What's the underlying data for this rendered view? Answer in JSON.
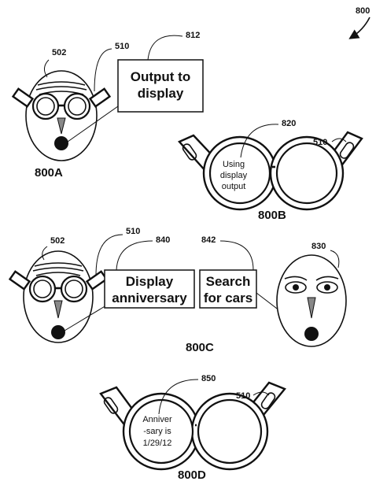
{
  "figure_ref": "800",
  "panels": {
    "a": {
      "label": "800A",
      "ref_face": "502",
      "ref_glasses": "510",
      "ref_callout": "812",
      "callout_lines": [
        "Output to",
        "display"
      ]
    },
    "b": {
      "label": "800B",
      "ref_glasses": "510",
      "ref_lens_text": "820",
      "lens_text_lines": [
        "Using",
        "display",
        "output"
      ]
    },
    "c": {
      "label": "800C",
      "ref_face": "502",
      "ref_glasses": "510",
      "ref_callout_1": "840",
      "ref_callout_2": "842",
      "ref_face_2": "830",
      "callout_1_lines": [
        "Display",
        "anniversary"
      ],
      "callout_2_lines": [
        "Search",
        "for cars"
      ]
    },
    "d": {
      "label": "800D",
      "ref_glasses": "510",
      "ref_lens_text": "850",
      "lens_text_lines": [
        "Anniver",
        "-sary is",
        "1/29/12"
      ]
    }
  }
}
